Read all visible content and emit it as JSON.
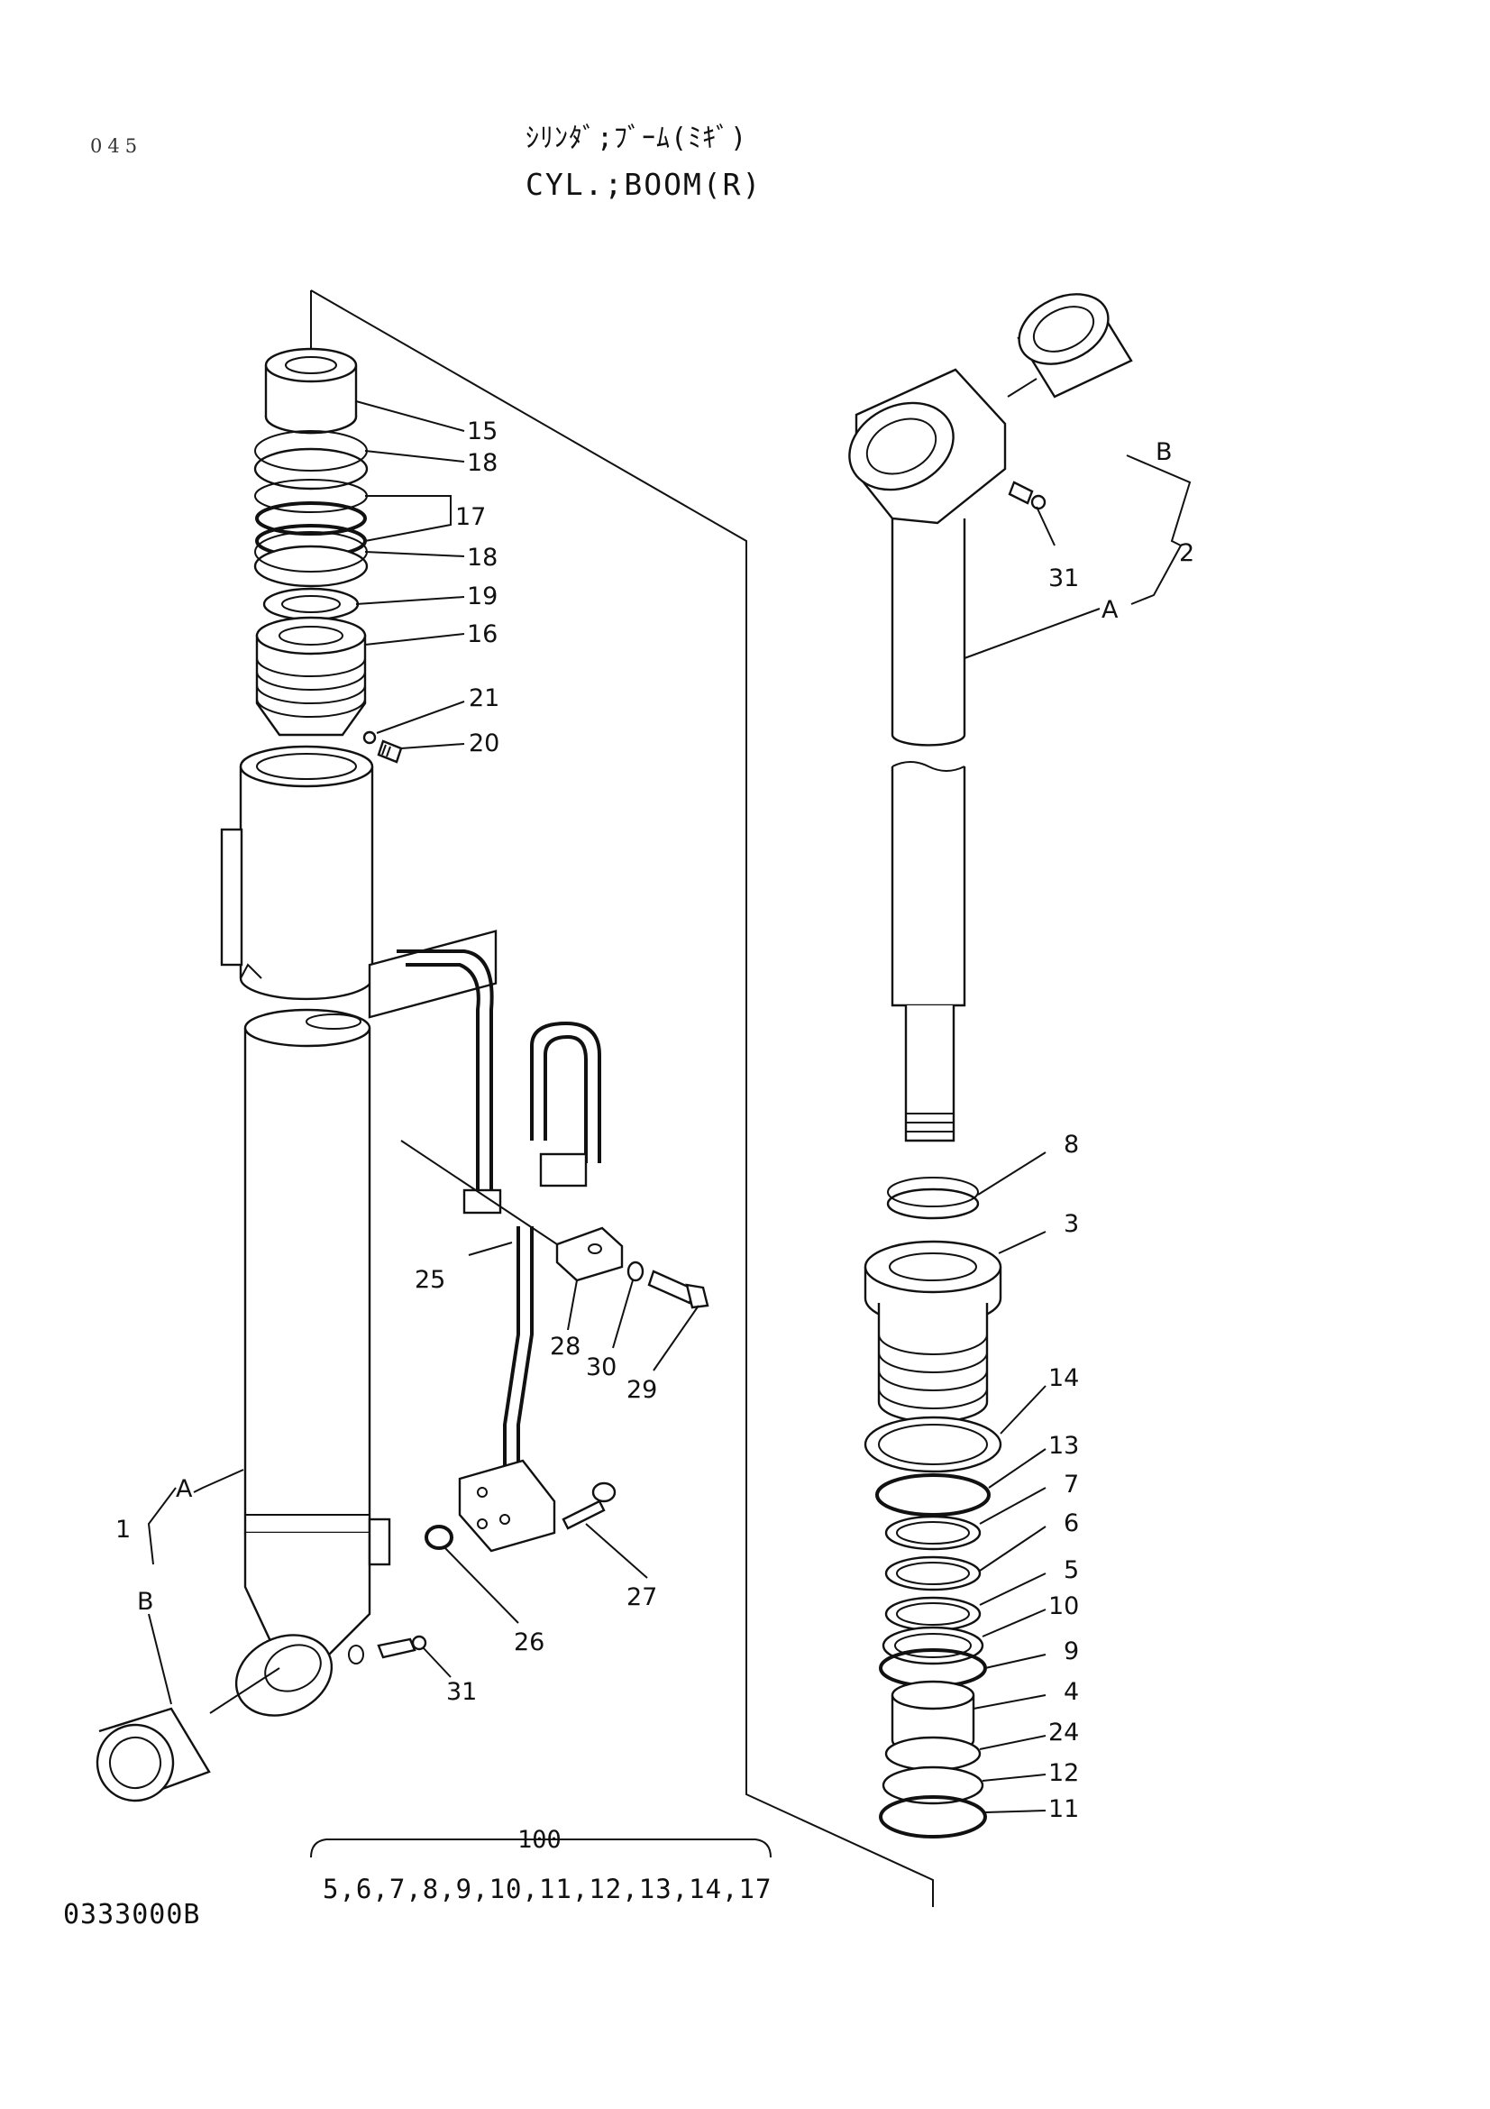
{
  "header": {
    "page_number": "045",
    "title_jp": "ｼﾘﾝﾀﾞ;ﾌﾞｰﾑ(ﾐｷﾞ)",
    "title_en": "CYL.;BOOM(R)"
  },
  "footer": {
    "drawing_code": "0333000B",
    "kit_number": "100",
    "kit_parts": "5,6,7,8,9,10,11,12,13,14,17"
  },
  "callouts": {
    "p15": "15",
    "p18a": "18",
    "p17": "17",
    "p18b": "18",
    "p19": "19",
    "p16": "16",
    "p21": "21",
    "p20": "20",
    "p25": "25",
    "p28": "28",
    "p30": "30",
    "p29": "29",
    "p27": "27",
    "p26": "26",
    "p31_left": "31",
    "p1": "1",
    "a_left": "A",
    "b_left": "B",
    "b_right": "B",
    "p2": "2",
    "p31_right": "31",
    "a_right": "A",
    "p8": "8",
    "p3": "3",
    "p14": "14",
    "p13": "13",
    "p7": "7",
    "p6": "6",
    "p5": "5",
    "p10": "10",
    "p9": "9",
    "p4": "4",
    "p24": "24",
    "p12": "12",
    "p11": "11"
  }
}
